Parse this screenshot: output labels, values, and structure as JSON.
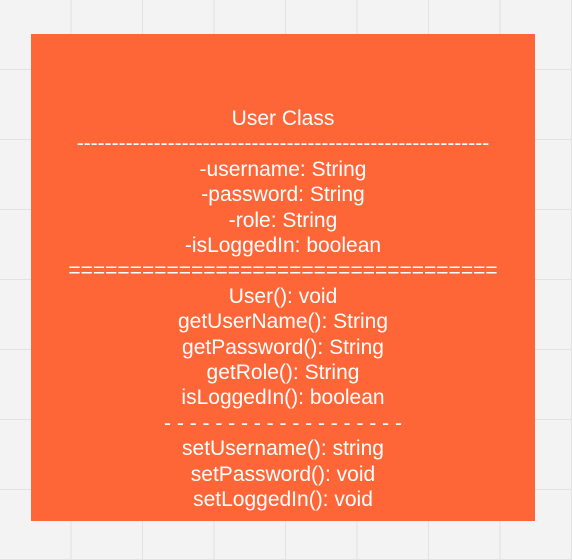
{
  "diagram": {
    "box_color": "#ff6637",
    "text_color": "#ffffff",
    "title": "User Class",
    "separator_top": "-----------------------------------------------------------",
    "attributes": [
      "-username: String",
      "-password: String",
      "-role: String",
      "-isLoggedIn: boolean"
    ],
    "separator_middle": "===================================",
    "getters": [
      "User(): void",
      "getUserName(): String",
      "getPassword(): String",
      "getRole(): String",
      "isLoggedIn(): boolean"
    ],
    "separator_dashed": "- - - - - - - - - - - - - - - - - - -",
    "setters": [
      "setUsername(): string",
      "setPassword(): void",
      "setLoggedIn(): void"
    ]
  }
}
